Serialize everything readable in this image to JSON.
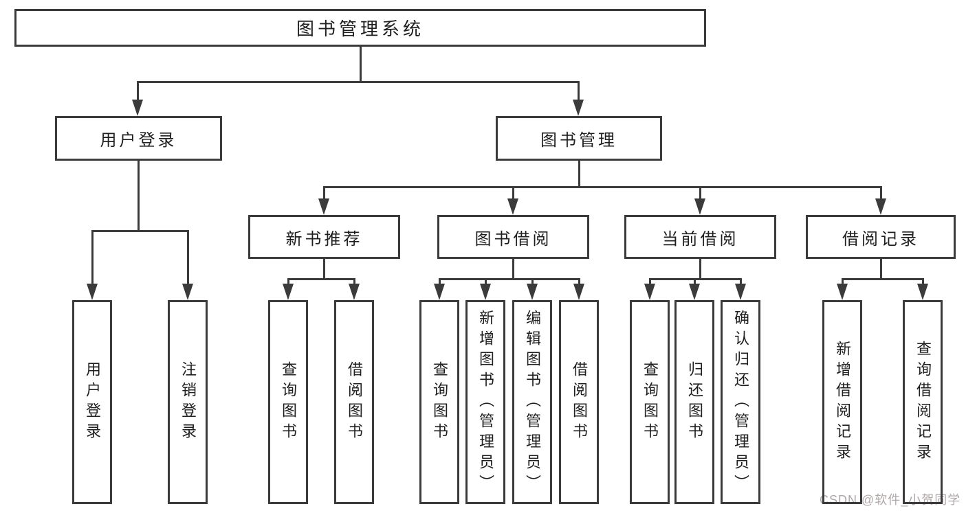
{
  "diagram": {
    "title": "图书管理系统",
    "type": "function-structure-tree"
  },
  "nodes": {
    "root": {
      "label": "图书管理系统"
    },
    "user_login": {
      "label": "用户登录"
    },
    "book_management": {
      "label": "图书管理"
    },
    "login": {
      "label": "用户登录"
    },
    "logout": {
      "label": "注销登录"
    },
    "new_book_recommend": {
      "label": "新书推荐"
    },
    "book_borrow": {
      "label": "图书借阅"
    },
    "current_borrow": {
      "label": "当前借阅"
    },
    "borrow_record": {
      "label": "借阅记录"
    },
    "nbr_query_books": {
      "label": "查询图书"
    },
    "nbr_borrow_books": {
      "label": "借阅图书"
    },
    "bb_query_books": {
      "label": "查询图书"
    },
    "bb_add_books": {
      "label": "新增图书（管理员）"
    },
    "bb_edit_books": {
      "label": "编辑图书（管理员）"
    },
    "bb_borrow_books": {
      "label": "借阅图书"
    },
    "cb_query_books": {
      "label": "查询图书"
    },
    "cb_return_books": {
      "label": "归还图书"
    },
    "cb_confirm_return": {
      "label": "确认归还（管理员）"
    },
    "br_add_record": {
      "label": "新增借阅记录"
    },
    "br_query_record": {
      "label": "查询借阅记录"
    }
  },
  "hierarchy": {
    "root": [
      "user_login",
      "book_management"
    ],
    "user_login": [
      "login",
      "logout"
    ],
    "book_management": [
      "new_book_recommend",
      "book_borrow",
      "current_borrow",
      "borrow_record"
    ],
    "new_book_recommend": [
      "nbr_query_books",
      "nbr_borrow_books"
    ],
    "book_borrow": [
      "bb_query_books",
      "bb_add_books",
      "bb_edit_books",
      "bb_borrow_books"
    ],
    "current_borrow": [
      "cb_query_books",
      "cb_return_books",
      "cb_confirm_return"
    ],
    "borrow_record": [
      "br_add_record",
      "br_query_record"
    ]
  },
  "watermark": {
    "text": "CSDN @软件_小贺同学",
    "color": "#b0a8a8"
  },
  "colors": {
    "line": "#3b3b3b",
    "text": "#1f1f1f",
    "background": "#ffffff"
  }
}
